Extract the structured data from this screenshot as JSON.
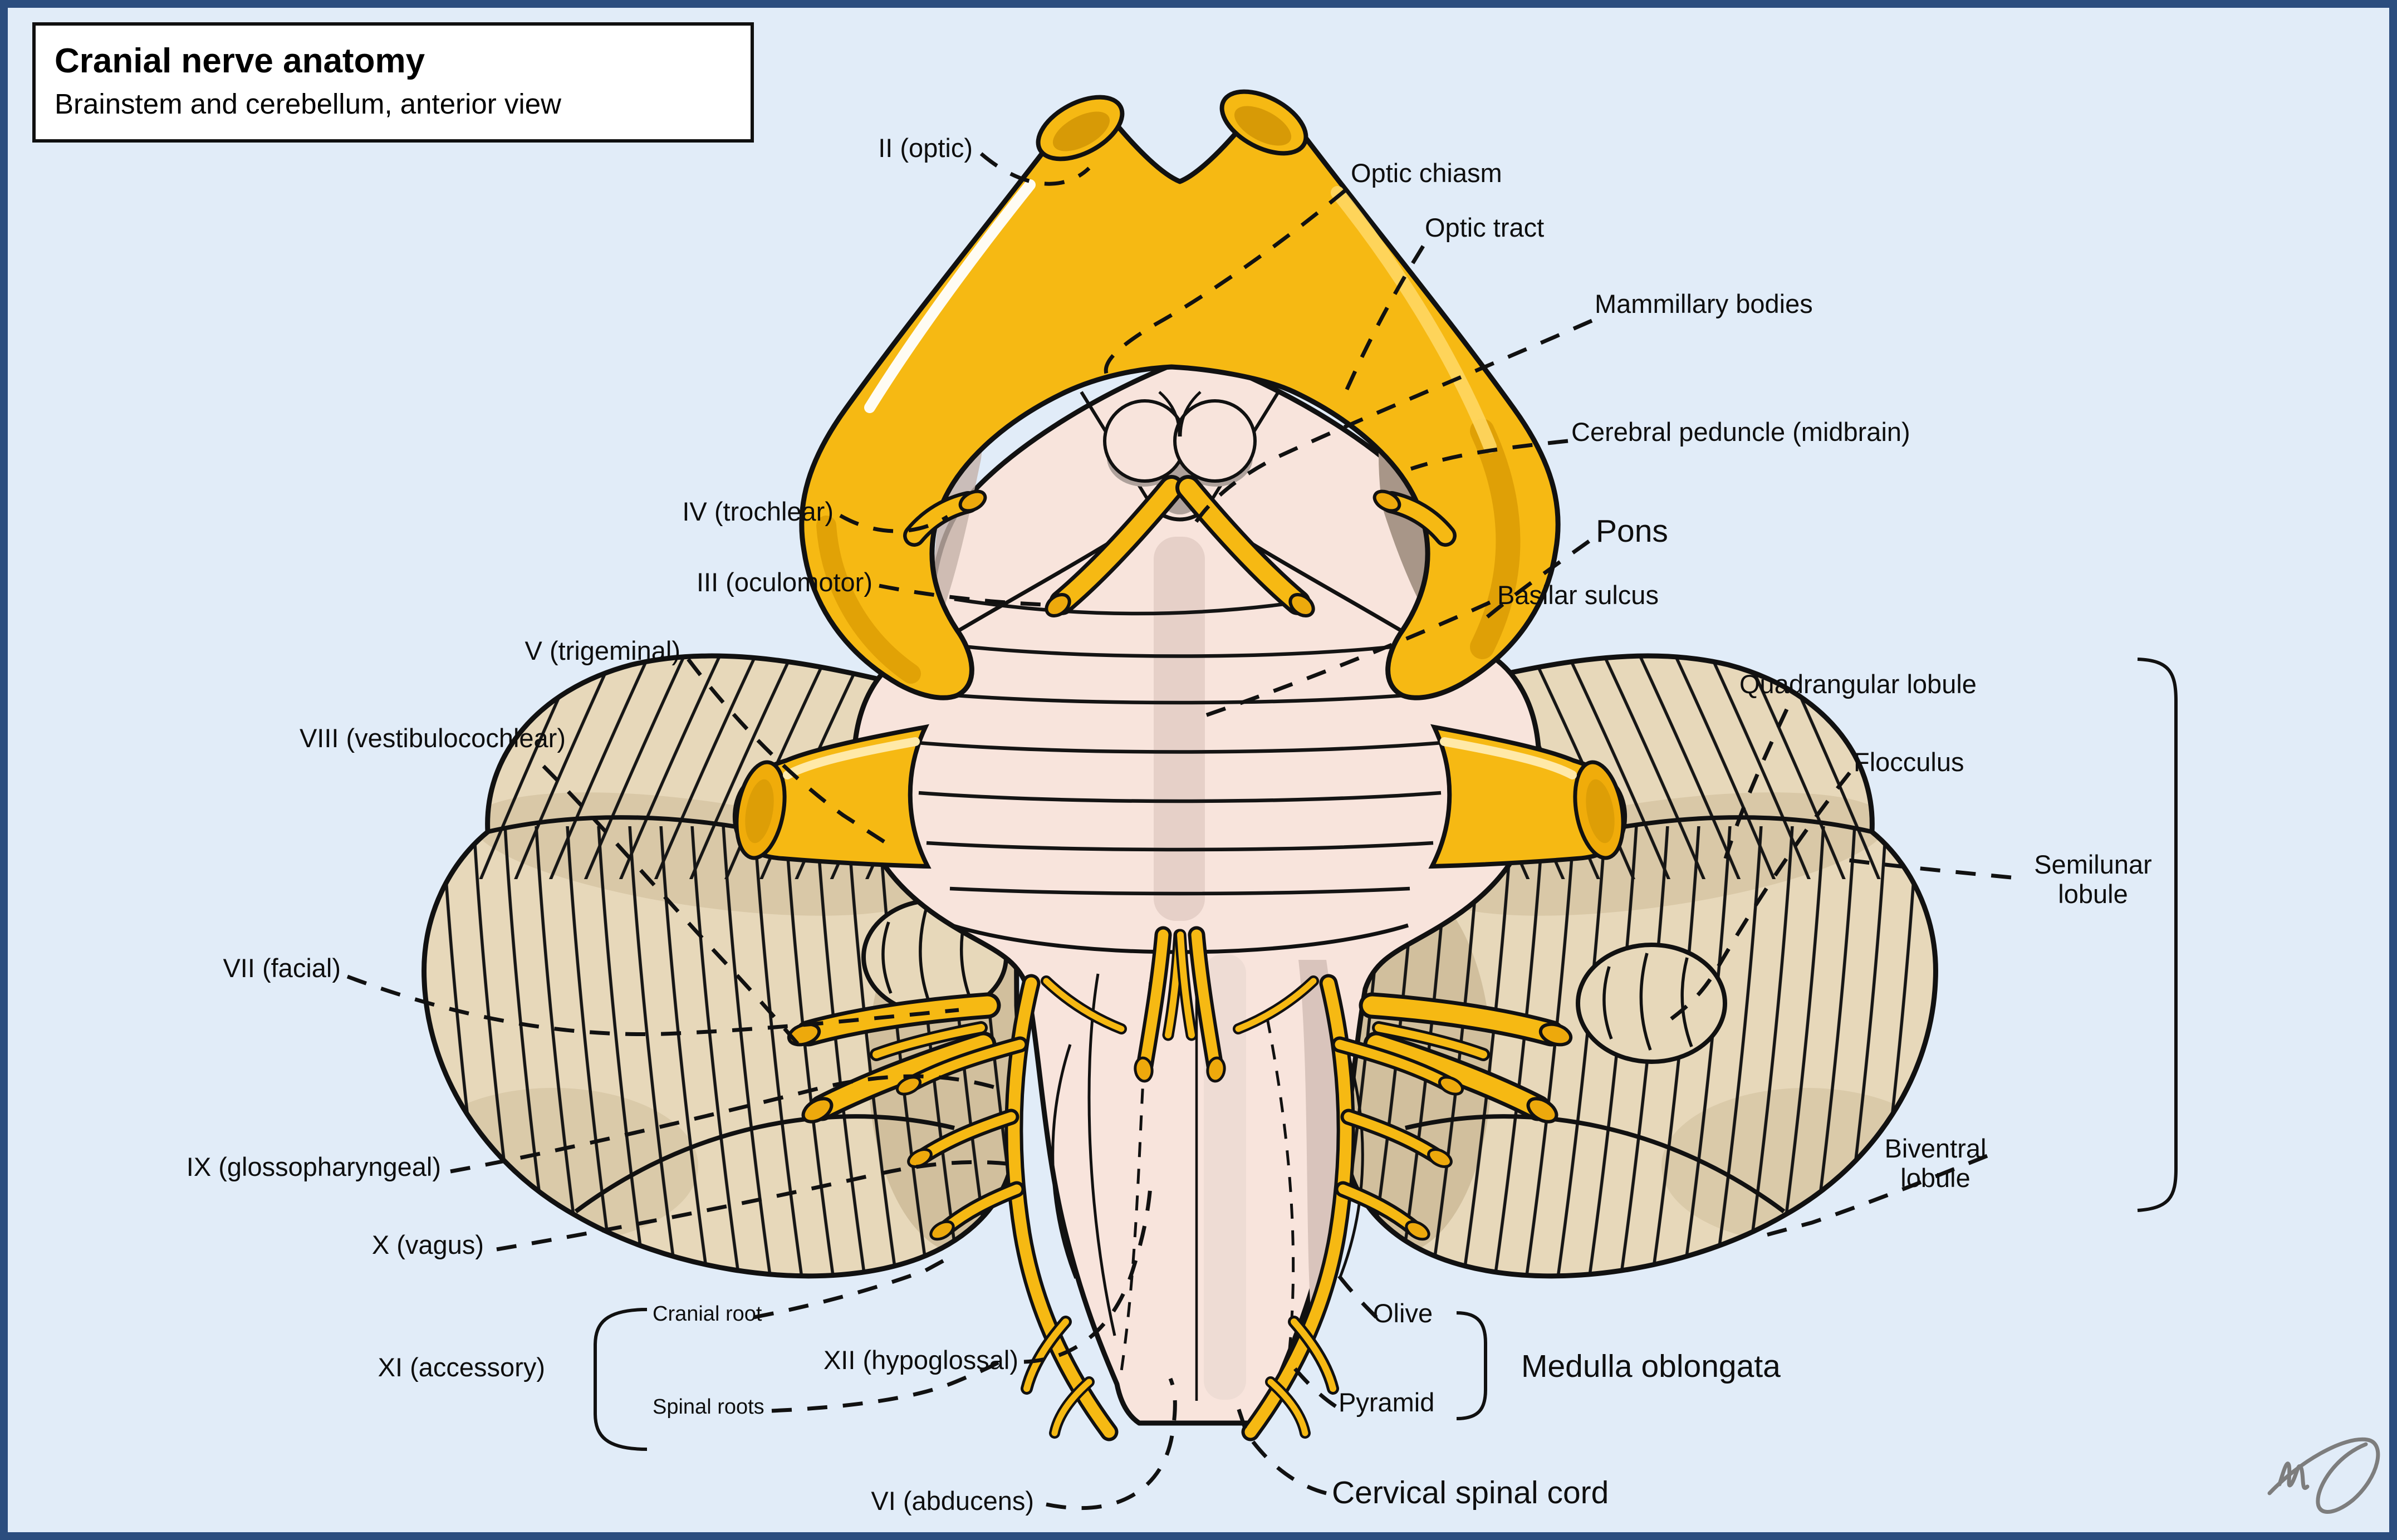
{
  "title_box": {
    "title": "Cranial nerve anatomy",
    "subtitle": "Brainstem and cerebellum, anterior view"
  },
  "labels": {
    "optic_nerve": "II (optic)",
    "optic_chiasm": "Optic chiasm",
    "optic_tract": "Optic tract",
    "mammillary_bodies": "Mammillary bodies",
    "cerebral_peduncle": "Cerebral peduncle (midbrain)",
    "trochlear": "IV (trochlear)",
    "pons": "Pons",
    "oculomotor": "III (oculomotor)",
    "basilar_sulcus": "Basilar sulcus",
    "trigeminal": "V (trigeminal)",
    "quadrangular_lobule": "Quadrangular lobule",
    "vestibulocochlear": "VIII (vestibulocochlear)",
    "flocculus": "Flocculus",
    "semilunar_lobule": "Semilunar\nlobule",
    "facial": "VII (facial)",
    "glossopharyngeal": "IX (glossopharyngeal)",
    "biventral_lobule": "Biventral\nlobule",
    "vagus": "X (vagus)",
    "cranial_root": "Cranial root",
    "accessory": "XI (accessory)",
    "hypoglossal": "XII (hypoglossal)",
    "spinal_roots": "Spinal roots",
    "olive": "Olive",
    "medulla_oblongata": "Medulla oblongata",
    "pyramid": "Pyramid",
    "abducens": "VI (abducens)",
    "cervical_spinal_cord": "Cervical spinal cord"
  },
  "colors": {
    "background": "#e1ecf8",
    "frame": "#2b4d7e",
    "nerve_yellow": "#f6b913",
    "nerve_yellow_dark": "#dd9d05",
    "brainstem_pink": "#f8e4dc",
    "cerebellum_tan": "#e7d8ba",
    "cerebellum_shade": "#cdbb98",
    "outline": "#111111",
    "label_text": "#0e0e0e",
    "signature_gray": "#7d7d7d",
    "title_box_bg": "#ffffff"
  }
}
